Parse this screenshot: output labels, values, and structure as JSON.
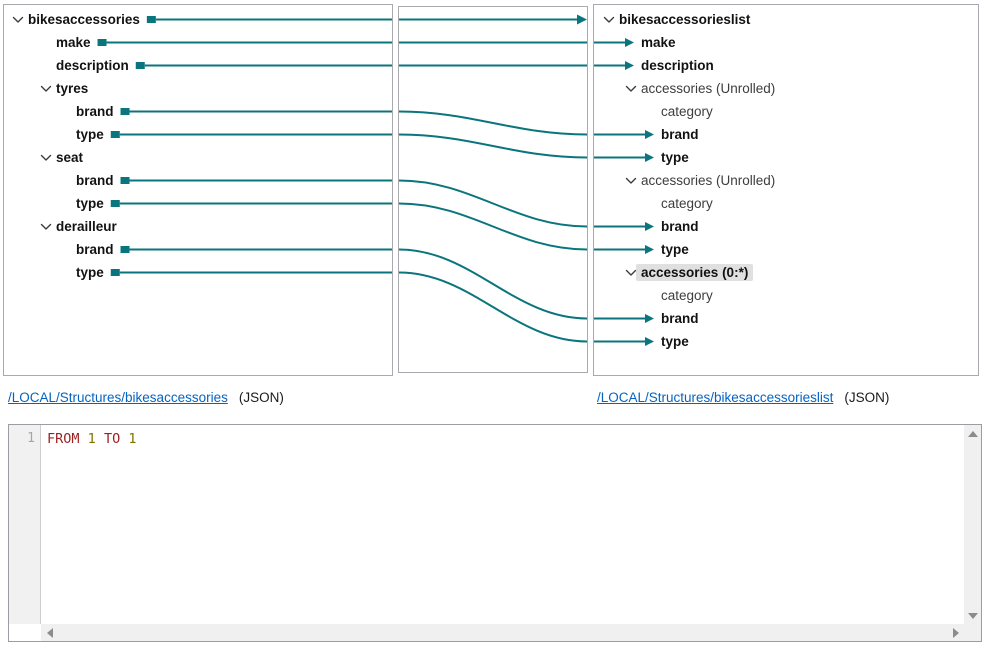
{
  "source": {
    "nodes": [
      {
        "label": "bikesaccessories",
        "level": 1,
        "bold": true,
        "expanded": true,
        "port": true
      },
      {
        "label": "make",
        "level": 2,
        "bold": true,
        "port": true
      },
      {
        "label": "description",
        "level": 2,
        "bold": true,
        "port": true
      },
      {
        "label": "tyres",
        "level": 2,
        "bold": true,
        "expanded": true
      },
      {
        "label": "brand",
        "level": 3,
        "bold": true,
        "port": true
      },
      {
        "label": "type",
        "level": 3,
        "bold": true,
        "port": true
      },
      {
        "label": "seat",
        "level": 2,
        "bold": true,
        "expanded": true
      },
      {
        "label": "brand",
        "level": 3,
        "bold": true,
        "port": true
      },
      {
        "label": "type",
        "level": 3,
        "bold": true,
        "port": true
      },
      {
        "label": "derailleur",
        "level": 2,
        "bold": true,
        "expanded": true
      },
      {
        "label": "brand",
        "level": 3,
        "bold": true,
        "port": true
      },
      {
        "label": "type",
        "level": 3,
        "bold": true,
        "port": true
      }
    ],
    "link_path": "/LOCAL/Structures/bikesaccessories",
    "link_format": "(JSON)"
  },
  "target": {
    "nodes": [
      {
        "label": "bikesaccessorieslist",
        "level": 1,
        "bold": true,
        "expanded": true
      },
      {
        "label": "make",
        "level": 2,
        "bold": true,
        "arrow": true
      },
      {
        "label": "description",
        "level": 2,
        "bold": true,
        "arrow": true
      },
      {
        "label": "accessories (Unrolled)",
        "level": 2,
        "expanded": true
      },
      {
        "label": "category",
        "level": 3
      },
      {
        "label": "brand",
        "level": 3,
        "bold": true,
        "arrow": true
      },
      {
        "label": "type",
        "level": 3,
        "bold": true,
        "arrow": true
      },
      {
        "label": "accessories (Unrolled)",
        "level": 2,
        "expanded": true
      },
      {
        "label": "category",
        "level": 3
      },
      {
        "label": "brand",
        "level": 3,
        "bold": true,
        "arrow": true
      },
      {
        "label": "type",
        "level": 3,
        "bold": true,
        "arrow": true
      },
      {
        "label": "accessories (0:*)",
        "level": 2,
        "bold": true,
        "expanded": true,
        "selected": true
      },
      {
        "label": "category",
        "level": 3
      },
      {
        "label": "brand",
        "level": 3,
        "bold": true,
        "arrow": true
      },
      {
        "label": "type",
        "level": 3,
        "bold": true,
        "arrow": true
      }
    ],
    "link_path": "/LOCAL/Structures/bikesaccessorieslist",
    "link_format": "(JSON)"
  },
  "connections": [
    {
      "from": 0,
      "to": 0,
      "head": "middle"
    },
    {
      "from": 1,
      "to": 1
    },
    {
      "from": 2,
      "to": 2
    },
    {
      "from": 4,
      "to": 5
    },
    {
      "from": 5,
      "to": 6
    },
    {
      "from": 7,
      "to": 9
    },
    {
      "from": 8,
      "to": 10
    },
    {
      "from": 10,
      "to": 13
    },
    {
      "from": 11,
      "to": 14
    }
  ],
  "editor": {
    "line_number": "1",
    "tokens": [
      {
        "text": "FROM",
        "kind": "keyword"
      },
      {
        "text": "1",
        "kind": "number"
      },
      {
        "text": "TO",
        "kind": "keyword"
      },
      {
        "text": "1",
        "kind": "number"
      }
    ]
  },
  "colors": {
    "wire": "#0a757c",
    "link": "#0563c1",
    "keyword": "#9c1f1f",
    "number": "#7f7400",
    "selection": "#e0e0e0",
    "panel_border": "#a9a9b0"
  }
}
